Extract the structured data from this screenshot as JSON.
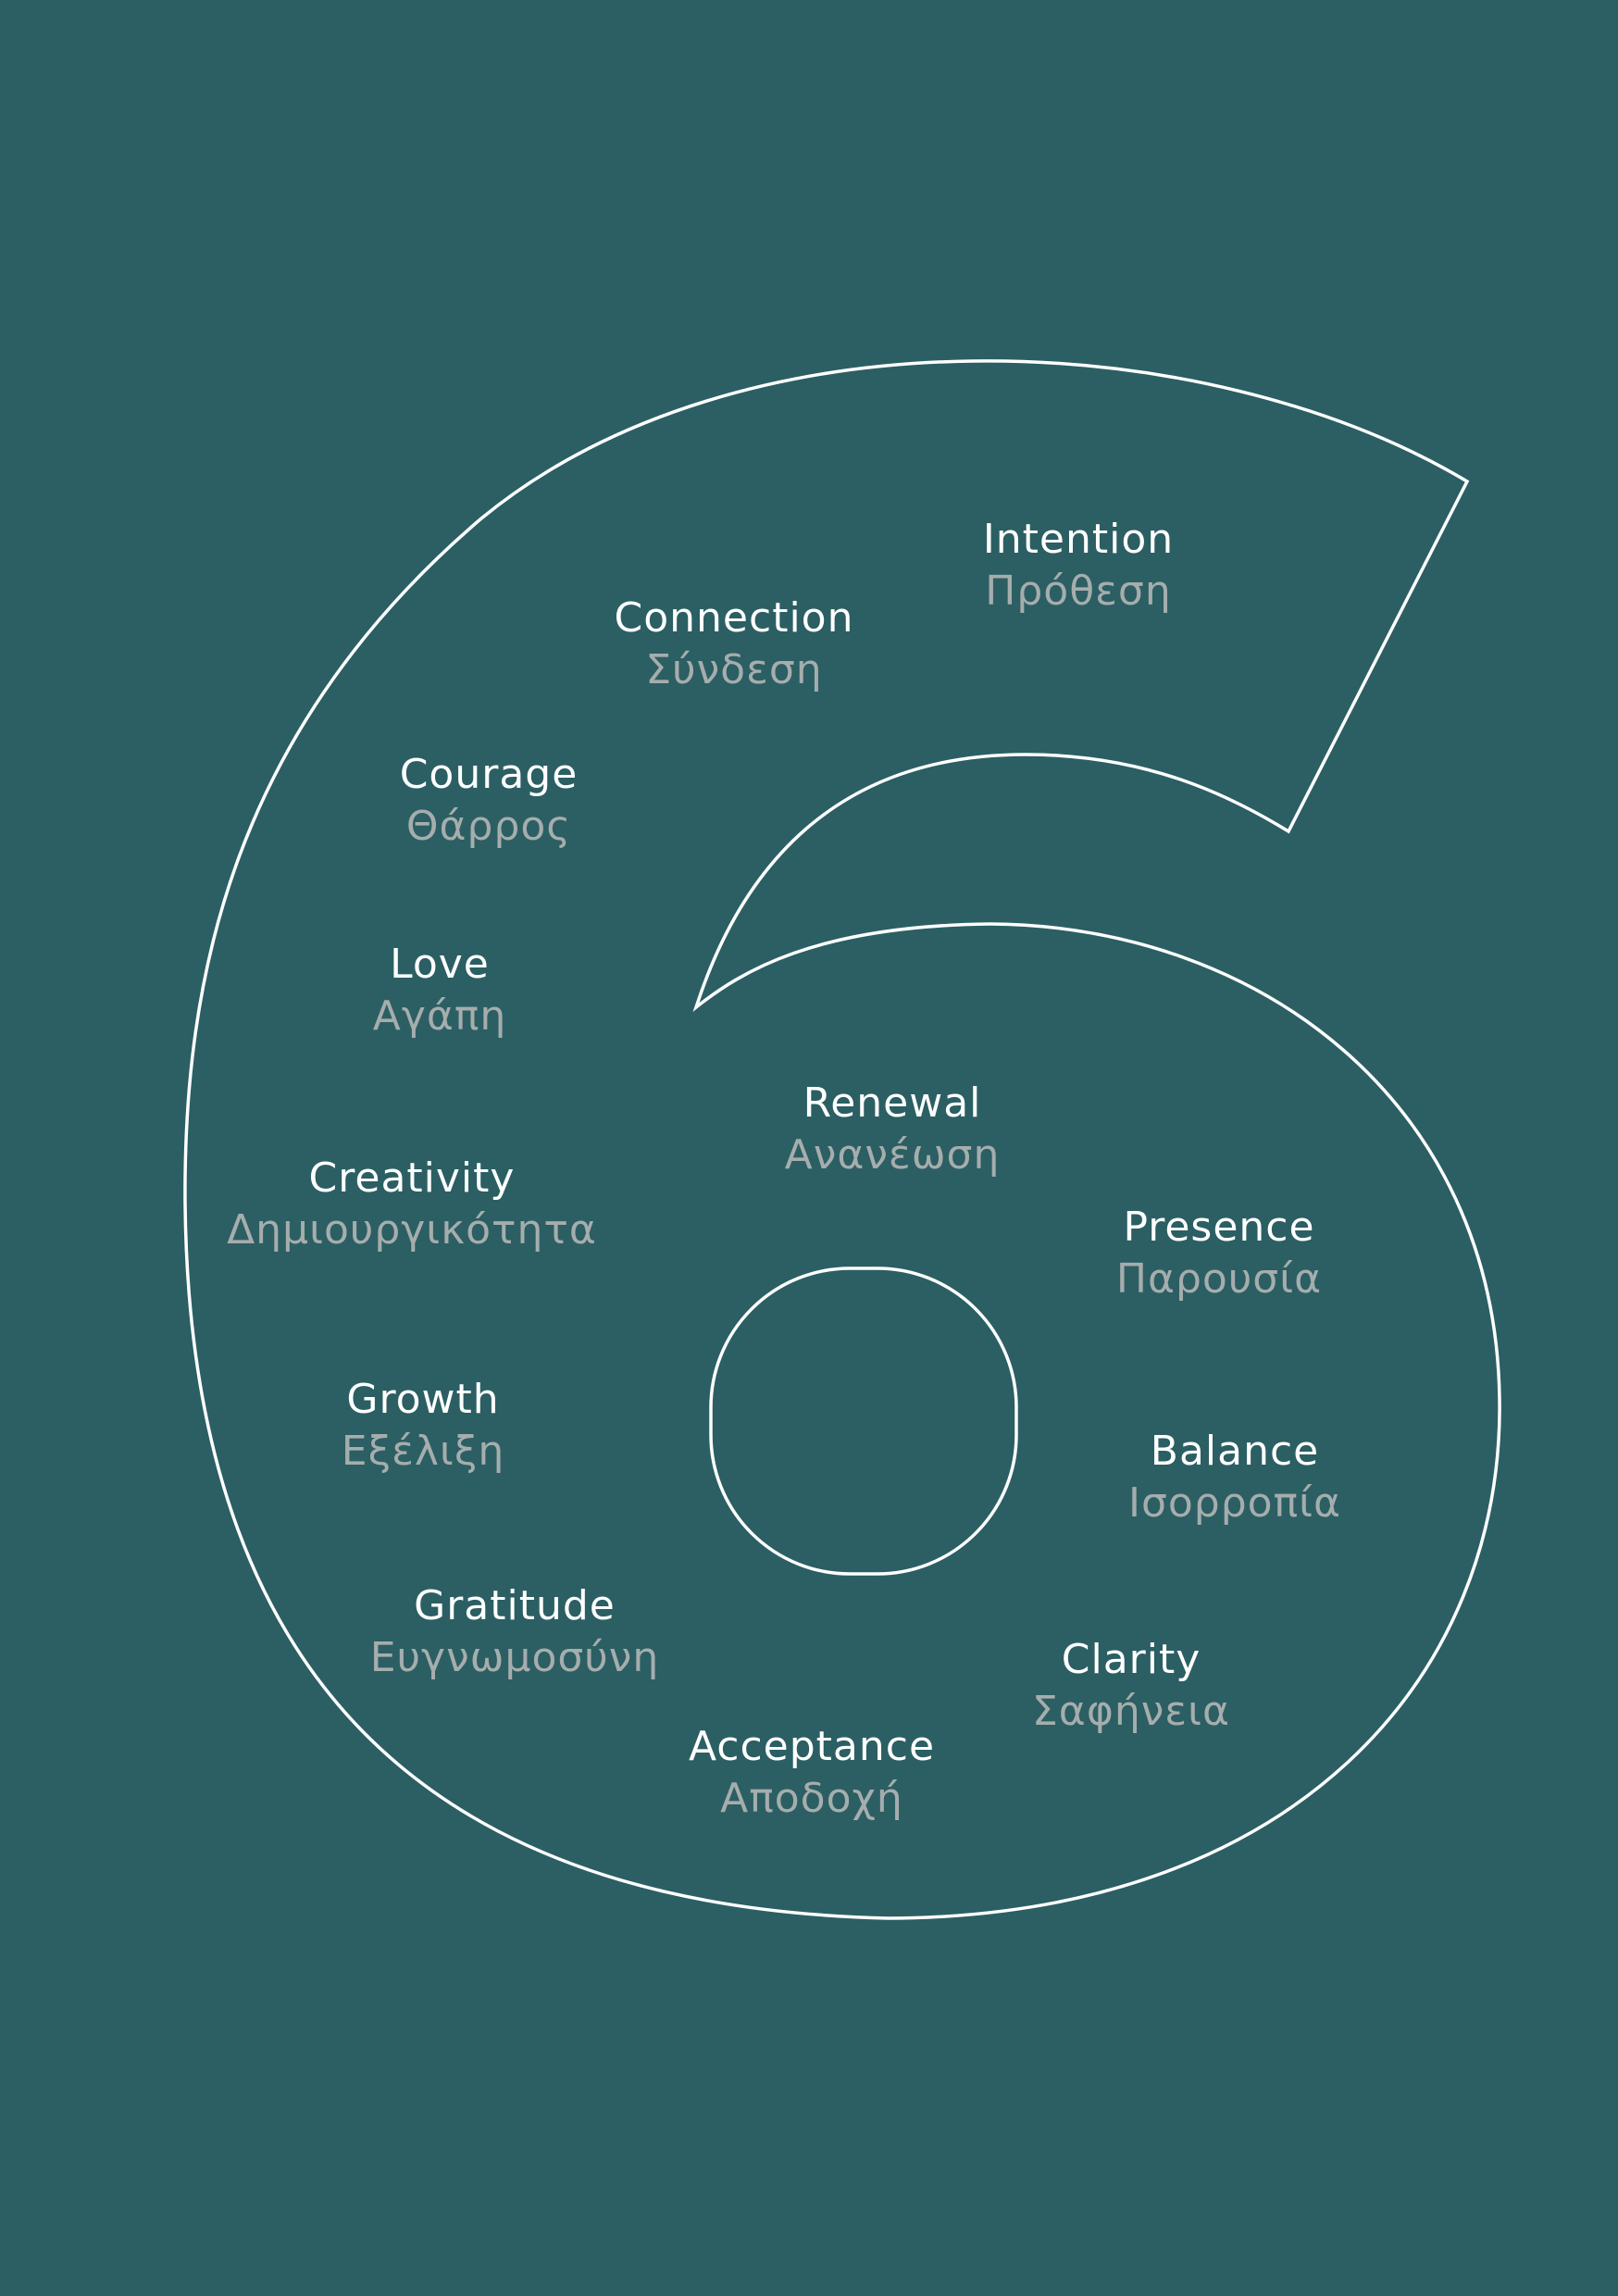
{
  "colors": {
    "background": "#2b5f63",
    "outline": "#ffffff",
    "english_text": "#ffffff",
    "greek_text": "#a6adad"
  },
  "figure": {
    "shape": "number-six-outline"
  },
  "words": [
    {
      "en": "Intention",
      "gr": "Πρόθεση"
    },
    {
      "en": "Connection",
      "gr": "Σύνδεση"
    },
    {
      "en": "Courage",
      "gr": "Θάρρος"
    },
    {
      "en": "Love",
      "gr": "Αγάπη"
    },
    {
      "en": "Renewal",
      "gr": "Ανανέωση"
    },
    {
      "en": "Creativity",
      "gr": "Δημιουργικότητα"
    },
    {
      "en": "Presence",
      "gr": "Παρουσία"
    },
    {
      "en": "Growth",
      "gr": "Εξέλιξη"
    },
    {
      "en": "Balance",
      "gr": "Ισορροπία"
    },
    {
      "en": "Gratitude",
      "gr": "Ευγνωμοσύνη"
    },
    {
      "en": "Clarity",
      "gr": "Σαφήνεια"
    },
    {
      "en": "Acceptance",
      "gr": "Αποδοχή"
    }
  ]
}
